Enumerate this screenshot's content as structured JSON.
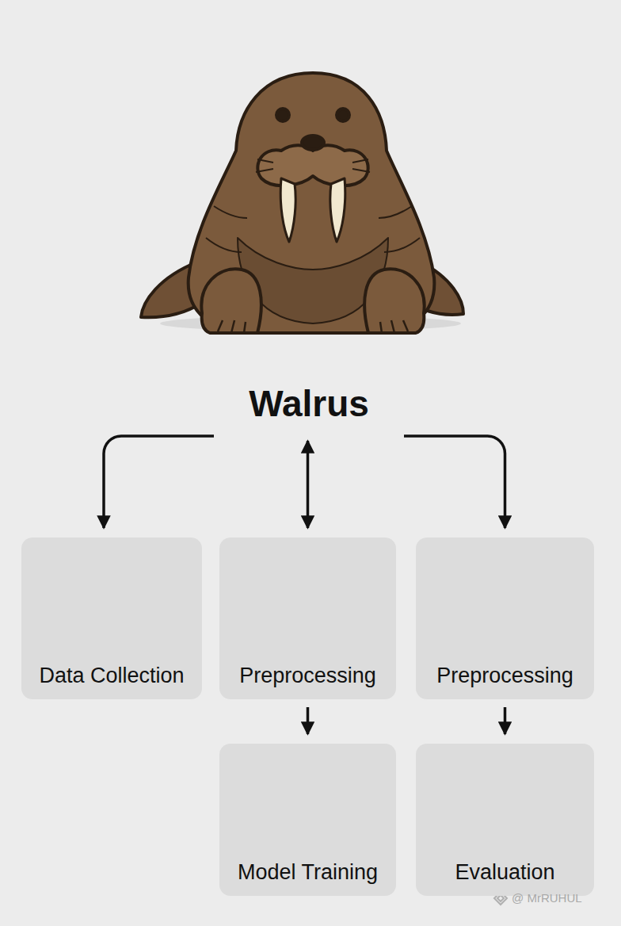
{
  "diagram": {
    "nodes": [
      {
        "text": [
          "Walrus"
        ]
      },
      {
        "text": [
          "Data Collection"
        ]
      },
      {
        "text": [
          "Preprocessing"
        ]
      },
      {
        "text": [
          "Preprocessing"
        ]
      },
      {
        "text": [
          "Model Training"
        ]
      },
      {
        "text": [
          "Evaluation"
        ]
      }
    ],
    "edges": [
      {
        "from": 0,
        "to": 1,
        "arrow": "to"
      },
      {
        "from": 0,
        "to": 2,
        "arrow": "both"
      },
      {
        "from": 0,
        "to": 3,
        "arrow": "to"
      },
      {
        "from": 2,
        "to": 4,
        "arrow": "to"
      },
      {
        "from": 3,
        "to": 5,
        "arrow": "to"
      }
    ],
    "labels": [
      "@ MrRUHUL"
    ]
  }
}
